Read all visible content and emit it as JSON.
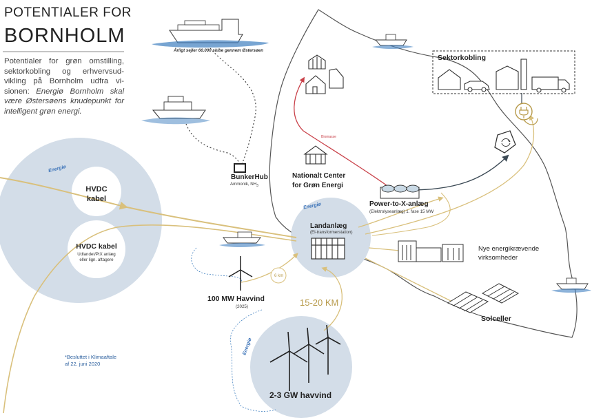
{
  "header": {
    "title_line1": "POTENTIALER FOR",
    "title_line2": "BORNHOLM",
    "intro_plain": "Potentialer for grøn omstilling, sektorkobling og erhvervsud-vikling på Bornholm udfra vi-sionen: ",
    "intro_italic": "Energiø Bornholm skal være Østersøens knudepunkt for intelligent grøn energi."
  },
  "labels": {
    "ships_caption": "Årligt sejler 60.000 skibe gennem Østersøen",
    "bunkerhub": "BunkerHub",
    "bunkerhub_sub": "Ammonik, NH",
    "bunkerhub_sub_index": "3",
    "national_center_l1": "Nationalt Center",
    "national_center_l2": "for Grøn Energi",
    "sektorkobling": "Sektorkobling",
    "ptx_title": "Power-to-X-anlæg",
    "ptx_sub": "(Elektrolyseanlæg) 1. fase 15 MW",
    "biomasse": "Biomasse",
    "hvdc1_l1": "HVDC",
    "hvdc1_l2": "kabel",
    "hvdc2_title": "HVDC kabel",
    "hvdc2_sub1": "Udlandet/PtX anlæg",
    "hvdc2_sub2": "eller lign. aftagere",
    "landanlaeg": "Landanlæg",
    "landanlaeg_sub": "(El-transformerstation)",
    "nye_l1": "Nye energikrævende",
    "nye_l2": "virksomheder",
    "havvind100": "100 MW Havvind",
    "havvind100_year": "(2025)",
    "km6": "6 km",
    "km_range": "15-20 KM",
    "solceller": "Solceller",
    "gw_havvind": "2-3 GW havvind",
    "note_l1": "*Besluttet i Klimaaftale",
    "note_l2": "af 22. juni 2020",
    "energi_label": "Energiø"
  },
  "colors": {
    "energy_line": "#d9c07c",
    "circle_fill": "#d3dde8",
    "biomass_line": "#c9424a",
    "dark_line": "#3c4a55",
    "island_outline": "#555555",
    "water": "#3f7fbf"
  }
}
